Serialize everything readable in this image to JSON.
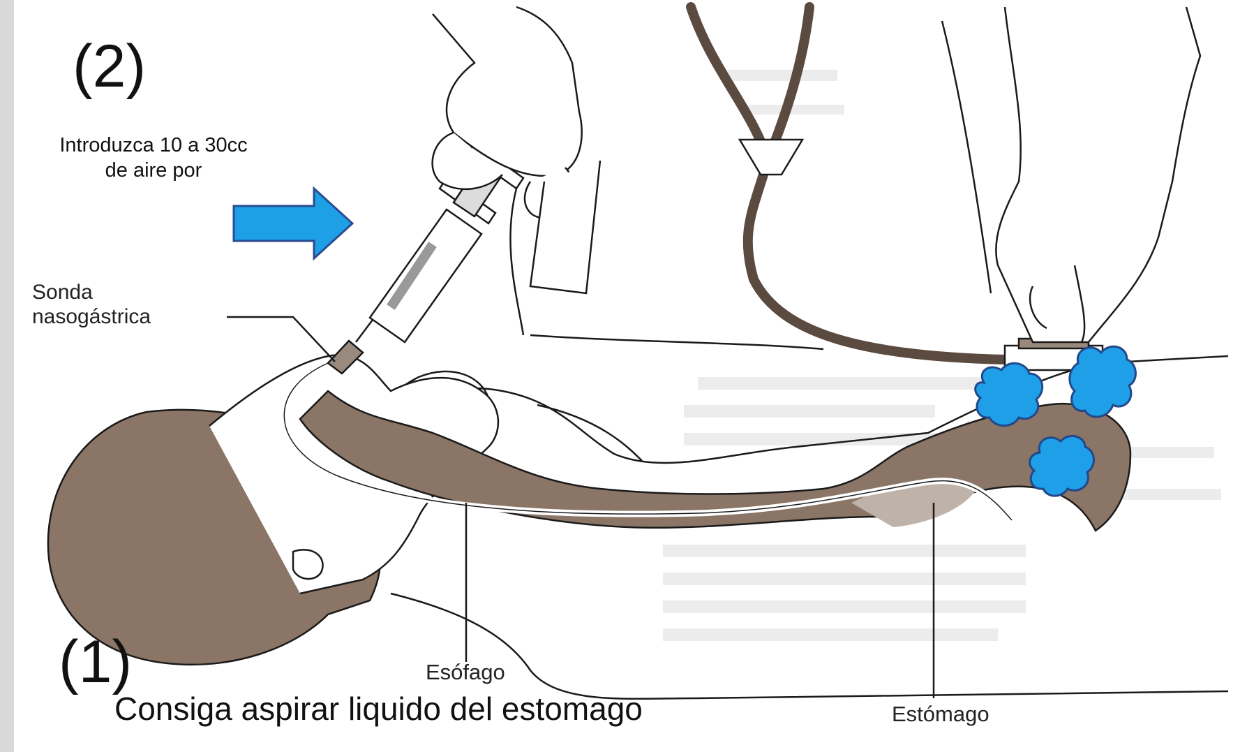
{
  "labels": {
    "step2": "(2)",
    "instruction_air_line1": "Introduzca 10 a 30cc",
    "instruction_air_line2": "de aire por",
    "tube_label_line1": "Sonda",
    "tube_label_line2": "nasogástrica",
    "step1": "(1)",
    "instruction_aspirate": "Consiga aspirar liquido del estomago",
    "esophagus_label": "Esófago",
    "stomach_label": "Estómago"
  },
  "colors": {
    "anatomy_brown": "#8a7566",
    "arrow_blue": "#1ea0e6",
    "arrow_edge": "#2a4d8f",
    "bubble_blue": "#1e9fe8",
    "line": "#1a1a1a",
    "background": "#ffffff"
  },
  "icons": {
    "arrow": "right-arrow-icon",
    "bubbles": "air-bubble-icon"
  }
}
